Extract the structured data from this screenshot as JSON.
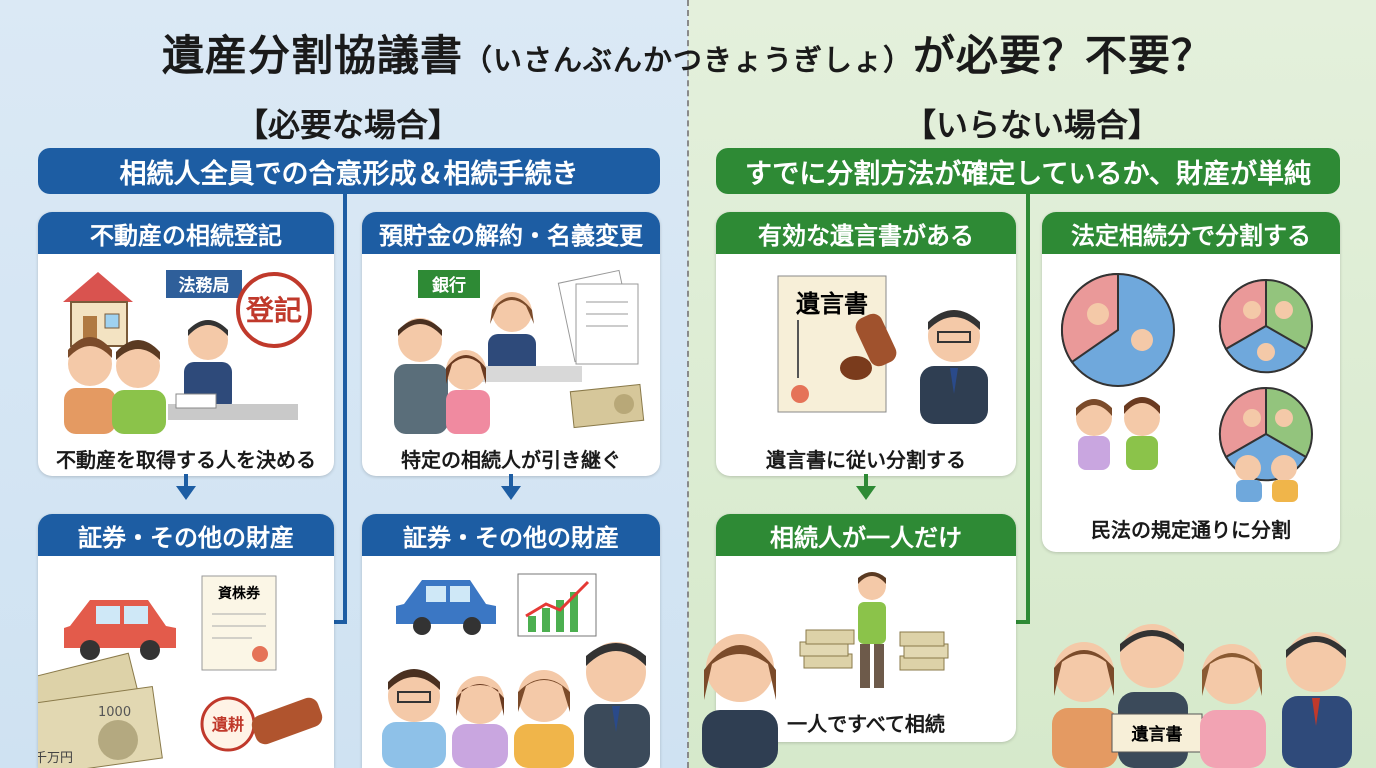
{
  "title": {
    "main": "遺産分割協議書",
    "reading": "（いさんぶんかつきょうぎしょ）",
    "suffix": "が必要？不要？"
  },
  "left": {
    "heading": "【必要な場合】",
    "band": "相続人全員での合意形成＆相続手続き",
    "cards": [
      {
        "header": "不動産の相続登記",
        "label_office": "法務局",
        "stamp": "登記",
        "caption": "不動産を取得する人を決める"
      },
      {
        "header": "預貯金の解約・名義変更",
        "label_bank": "銀行",
        "caption": "特定の相続人が引き継ぐ"
      },
      {
        "header": "証券・その他の財産",
        "doc_label": "資株券",
        "seal": "遺耕",
        "bill_text": "千万円",
        "bill_value": "1000"
      },
      {
        "header": "証券・その他の財産"
      }
    ]
  },
  "right": {
    "heading": "【いらない場合】",
    "band": "すでに分割方法が確定しているか、財産が単純",
    "cards": [
      {
        "header": "有効な遺言書がある",
        "will_text": "遺言書",
        "caption": "遺言書に従い分割する"
      },
      {
        "header": "法定相続分で分割する",
        "caption": "民法の規定通りに分割"
      },
      {
        "header": "相続人が一人だけ",
        "caption": "一人ですべて相続"
      }
    ],
    "sign_text": "遺言書"
  },
  "colors": {
    "blue": "#1d5da3",
    "green": "#2e8a35",
    "bg_left": "#d6e6f4",
    "bg_right": "#ddecd3"
  }
}
